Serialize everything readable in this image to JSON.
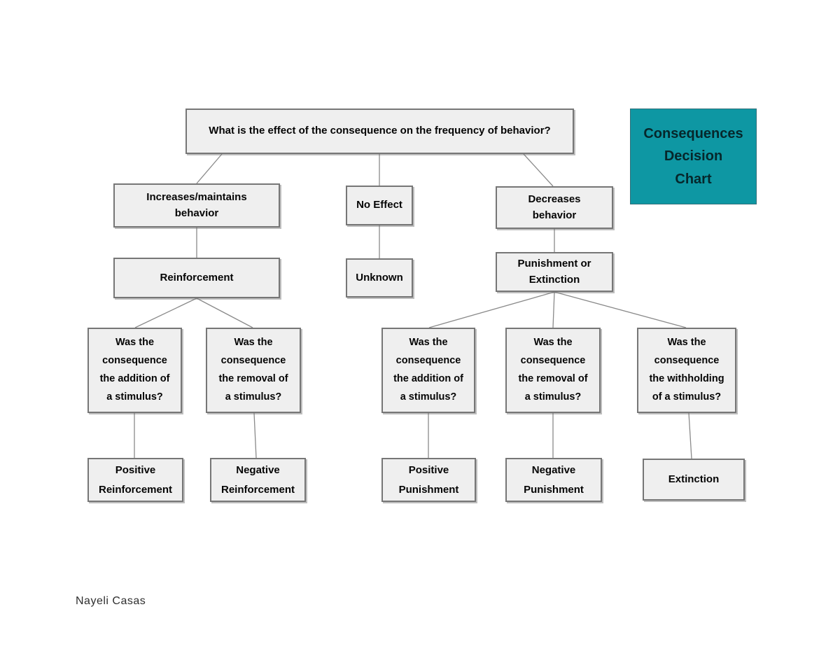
{
  "diagram": {
    "root_question": "What is the effect of the consequence on the frequency of behavior?",
    "title_card": "Consequences\nDecision\nChart",
    "accent_color": "#0E97A3",
    "box_fill_color": "#EFEFEF",
    "nodes": {
      "increases_maintains": "Increases/maintains\nbehavior",
      "no_effect": "No Effect",
      "decreases": "Decreases\nbehavior",
      "reinforcement": "Reinforcement",
      "unknown": "Unknown",
      "punishment_or_extinction": "Punishment or\nExtinction",
      "q_addition_reinforcement": "Was the\nconsequence\nthe addition of\na stimulus?",
      "q_removal_reinforcement": "Was the\nconsequence\nthe removal of\na stimulus?",
      "q_addition_punishment": "Was the\nconsequence\nthe addition of\na stimulus?",
      "q_removal_punishment": "Was the\nconsequence\nthe removal of\na stimulus?",
      "q_withholding": "Was the\nconsequence\nthe withholding\nof a stimulus?",
      "positive_reinforcement": "Positive\nReinforcement",
      "negative_reinforcement": "Negative\nReinforcement",
      "positive_punishment": "Positive\nPunishment",
      "negative_punishment": "Negative\nPunishment",
      "extinction": "Extinction"
    },
    "author": "Nayeli Casas"
  }
}
